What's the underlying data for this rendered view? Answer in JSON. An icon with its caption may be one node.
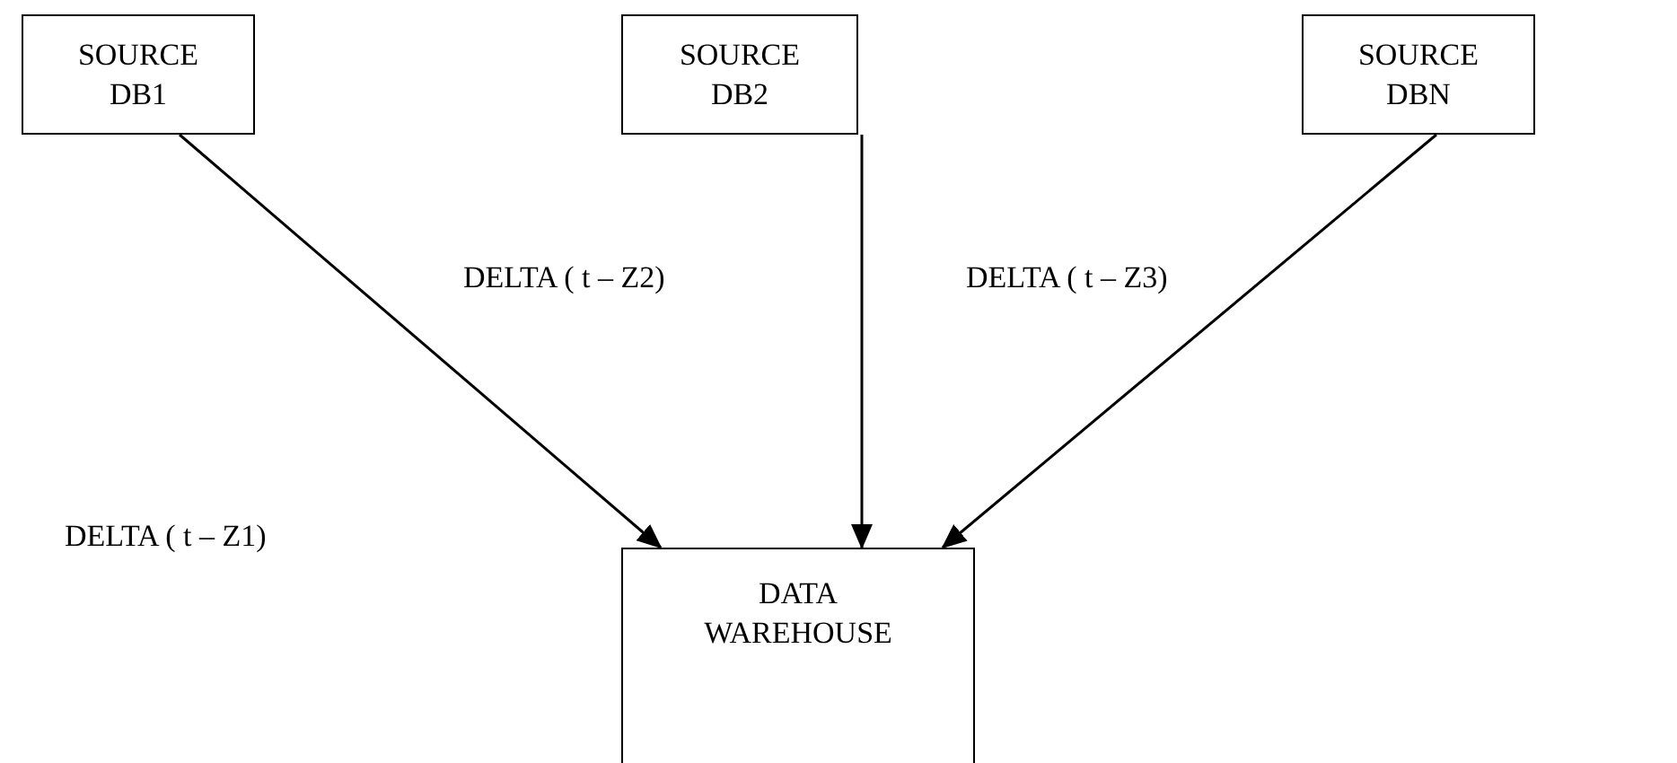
{
  "diagram": {
    "nodes": [
      {
        "text": [
          "SOURCE DB1"
        ]
      },
      {
        "text": [
          "SOURCE DB2"
        ]
      },
      {
        "text": [
          "SOURCE DBN"
        ]
      },
      {
        "text": [
          "DATA WAREHOUSE"
        ]
      }
    ],
    "edges": [
      {
        "from": 0,
        "to": 3,
        "arrow": "to"
      },
      {
        "from": 1,
        "to": 3,
        "arrow": "to"
      },
      {
        "from": 2,
        "to": 3,
        "arrow": "to"
      }
    ],
    "labels": [
      "DELTA ( t – Z2)",
      "DELTA ( t – Z3)",
      "DELTA ( t – Z1)"
    ]
  }
}
